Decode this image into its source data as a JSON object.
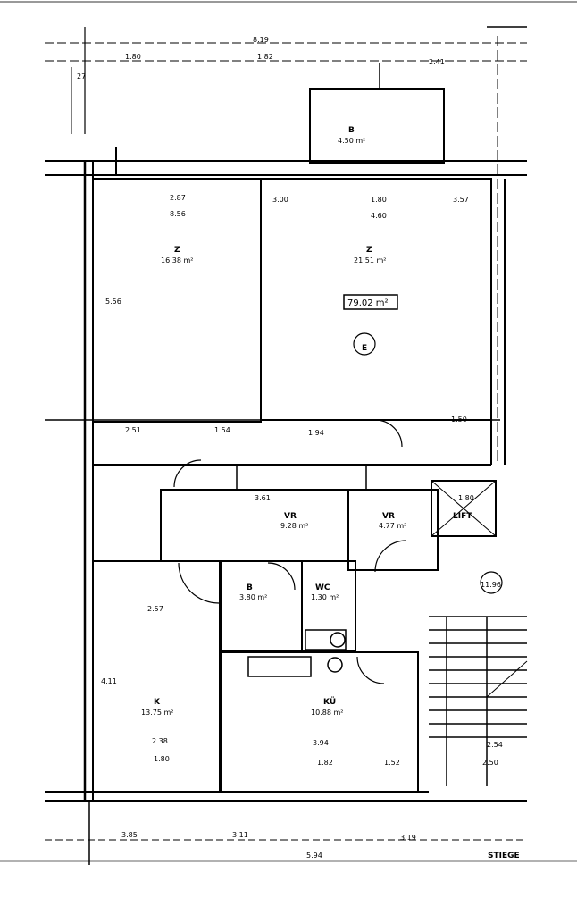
{
  "plan": {
    "dimensions": {
      "top_total": "8.19",
      "top_a": "1.80",
      "top_b": "1.82",
      "top_c": "2.41",
      "left_small": "27",
      "left_a": "2.87",
      "left_b": "8.56",
      "mid_a": "3.00",
      "mid_b": "1.80",
      "mid_c": "4.60",
      "right_a": "3.57",
      "side_height": "5.56",
      "hall_a": "2.51",
      "hall_b": "1.54",
      "hall_c": "1.94",
      "hall_d": "1.50",
      "vr_a": "3.61",
      "vr_b": "1.80",
      "k_a": "2.57",
      "k_b": "2.38",
      "k_c": "1.80",
      "k_side": "4.11",
      "kü_a": "3.94",
      "kü_b": "1.82",
      "kü_c": "1.52",
      "bottom_a": "3.85",
      "bottom_b": "3.11",
      "bottom_c": "3.19",
      "bottom_total": "5.94",
      "stair_a": "2.54",
      "stair_b": "2.50",
      "ref_circle": "11.96"
    },
    "rooms": {
      "balcony_label": "B",
      "balcony_area": "4.50 m²",
      "left_room_label": "Z",
      "left_room_area": "16.38 m²",
      "living_label": "Z",
      "living_area": "21.51 m²",
      "total_area": "79.02 m²",
      "vr_label": "VR",
      "vr_area": "9.28 m²",
      "vr2_label": "VR",
      "vr2_area": "4.77 m²",
      "bath_label": "B",
      "bath_area": "3.80 m²",
      "wc_label": "WC",
      "wc_area": "1.30 m²",
      "kitchen_label": "K",
      "kitchen_area": "13.75 m²",
      "kü_label": "KÜ",
      "kü_area": "10.88 m²",
      "lift_label": "LIFT",
      "stair_label": "STIEGE",
      "entry_label": "E"
    }
  }
}
